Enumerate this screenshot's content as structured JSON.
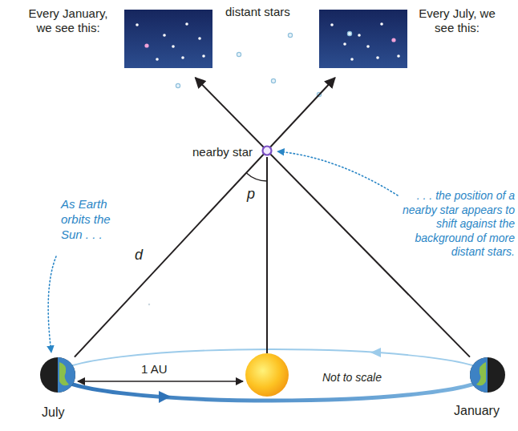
{
  "diagram": {
    "labels": [
      "Every January, we see this:",
      "distant stars",
      "Every July, we see this:",
      "nearby star",
      "p",
      "As Earth orbits the Sun . . .",
      "d",
      ". . . the position of a nearby star appears to shift against the background of more distant stars.",
      "1 AU",
      "Not to scale",
      "July",
      "January"
    ]
  }
}
